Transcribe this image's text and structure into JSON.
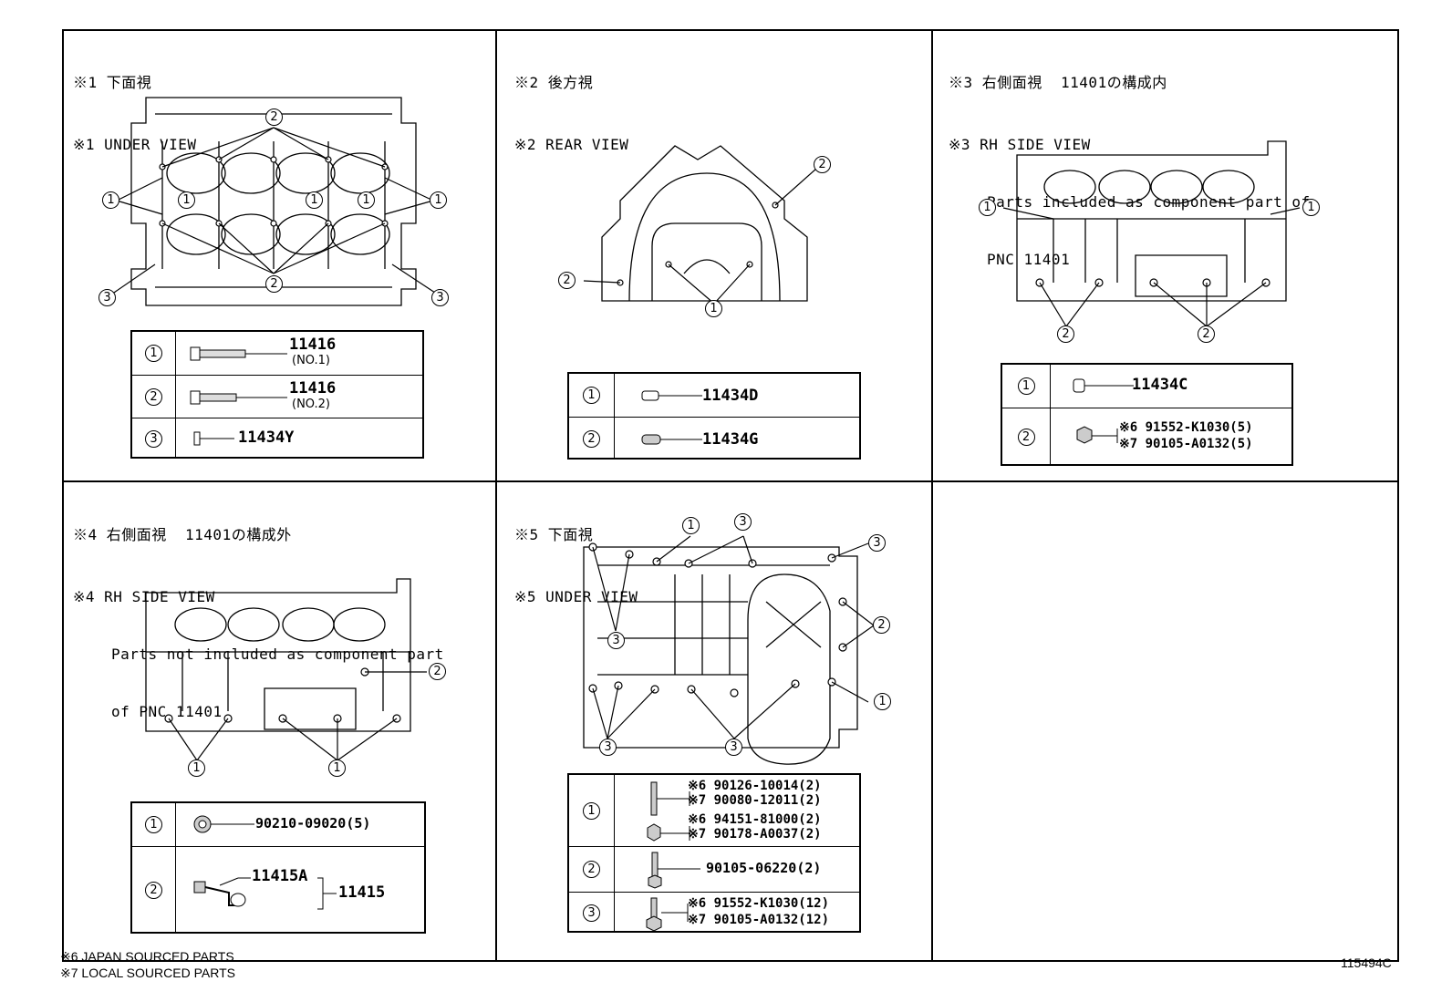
{
  "panels": {
    "p1": {
      "line_jp": "※1 下面視",
      "line_en": "※1 UNDER VIEW"
    },
    "p2": {
      "line_jp": "※2 後方視",
      "line_en": "※2 REAR VIEW"
    },
    "p3": {
      "line_jp": "※3 右側面視  11401の構成内",
      "line_en": "※3 RH SIDE VIEW",
      "note1": "Parts included as component part of",
      "note2": "PNC 11401"
    },
    "p4": {
      "line_jp": "※4 右側面視  11401の構成外",
      "line_en": "※4 RH SIDE VIEW",
      "note1": "Parts not included as component part",
      "note2": "of PNC 11401"
    },
    "p5": {
      "line_jp": "※5 下面視",
      "line_en": "※5 UNDER VIEW"
    }
  },
  "callouts": {
    "c1": "1",
    "c2": "2",
    "c3": "3"
  },
  "tables": {
    "t1": [
      {
        "no": "1",
        "pn": "11416",
        "note": "(NO.1)"
      },
      {
        "no": "2",
        "pn": "11416",
        "note": "(NO.2)"
      },
      {
        "no": "3",
        "pn": "11434Y"
      }
    ],
    "t2": [
      {
        "no": "1",
        "pn": "11434D"
      },
      {
        "no": "2",
        "pn": "11434G"
      }
    ],
    "t3": [
      {
        "no": "1",
        "pn": "11434C"
      },
      {
        "no": "2",
        "pn_a": "※6 91552-K1030(5)",
        "pn_b": "※7 90105-A0132(5)"
      }
    ],
    "t4": [
      {
        "no": "1",
        "pn": "90210-09020(5)"
      },
      {
        "no": "2",
        "pn_a": "11415A",
        "pn_b": "11415"
      }
    ],
    "t5": [
      {
        "no": "1",
        "l1": "※6 90126-10014(2)",
        "l2": "※7 90080-12011(2)",
        "l3": "※6 94151-81000(2)",
        "l4": "※7 90178-A0037(2)"
      },
      {
        "no": "2",
        "pn": "90105-06220(2)"
      },
      {
        "no": "3",
        "l1": "※6 91552-K1030(12)",
        "l2": "※7 90105-A0132(12)"
      }
    ]
  },
  "footer": {
    "note6": "※6 JAPAN SOURCED PARTS",
    "note7": "※7 LOCAL SOURCED PARTS",
    "illustration_id": "115494C"
  }
}
